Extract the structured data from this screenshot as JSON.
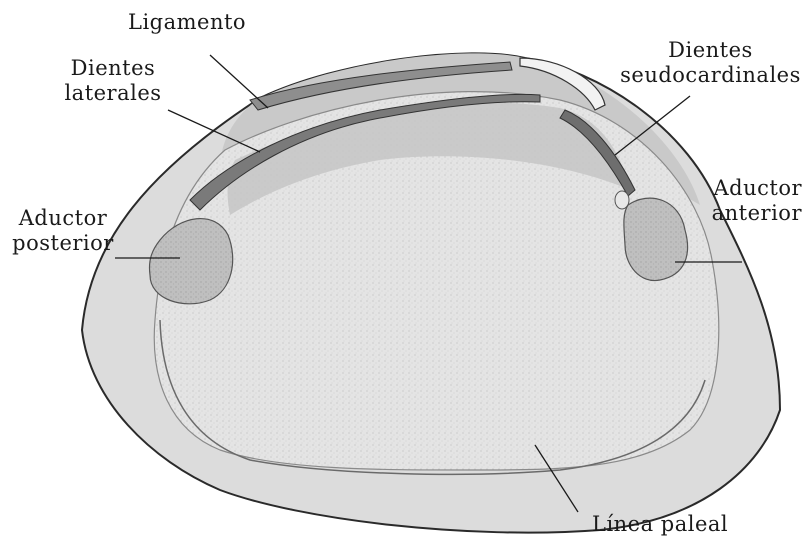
{
  "labels": {
    "ligamento": "Ligamento",
    "dientes_laterales": [
      "Dientes",
      "laterales"
    ],
    "dientes_seudocardinales": [
      "Dientes",
      "seudocardinales"
    ],
    "aductor_posterior": [
      "Aductor",
      "posterior"
    ],
    "aductor_anterior": [
      "Aductor",
      "anterior"
    ],
    "linea_paleal": "Línea paleal"
  },
  "colors": {
    "ink": "#1a1a1a",
    "shell_outer": "#d9d9d9",
    "shell_inner": "#e6e6e6",
    "muscle_scar": "#9e9e9e",
    "hinge_dark": "#6e6e6e",
    "background": "#ffffff"
  }
}
